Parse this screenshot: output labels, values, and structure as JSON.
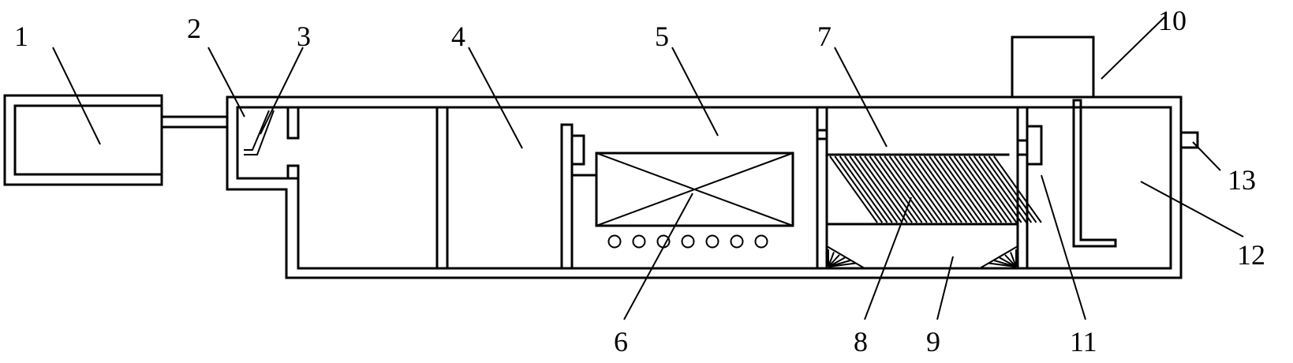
{
  "labels": [
    {
      "id": "1",
      "text": "1"
    },
    {
      "id": "2",
      "text": "2"
    },
    {
      "id": "3",
      "text": "3"
    },
    {
      "id": "4",
      "text": "4"
    },
    {
      "id": "5",
      "text": "5"
    },
    {
      "id": "6",
      "text": "6"
    },
    {
      "id": "7",
      "text": "7"
    },
    {
      "id": "8",
      "text": "8"
    },
    {
      "id": "9",
      "text": "9"
    },
    {
      "id": "10",
      "text": "10"
    },
    {
      "id": "11",
      "text": "11"
    },
    {
      "id": "12",
      "text": "12"
    },
    {
      "id": "13",
      "text": "13"
    }
  ],
  "colors": {
    "stroke": "#000000",
    "background": "#ffffff"
  }
}
